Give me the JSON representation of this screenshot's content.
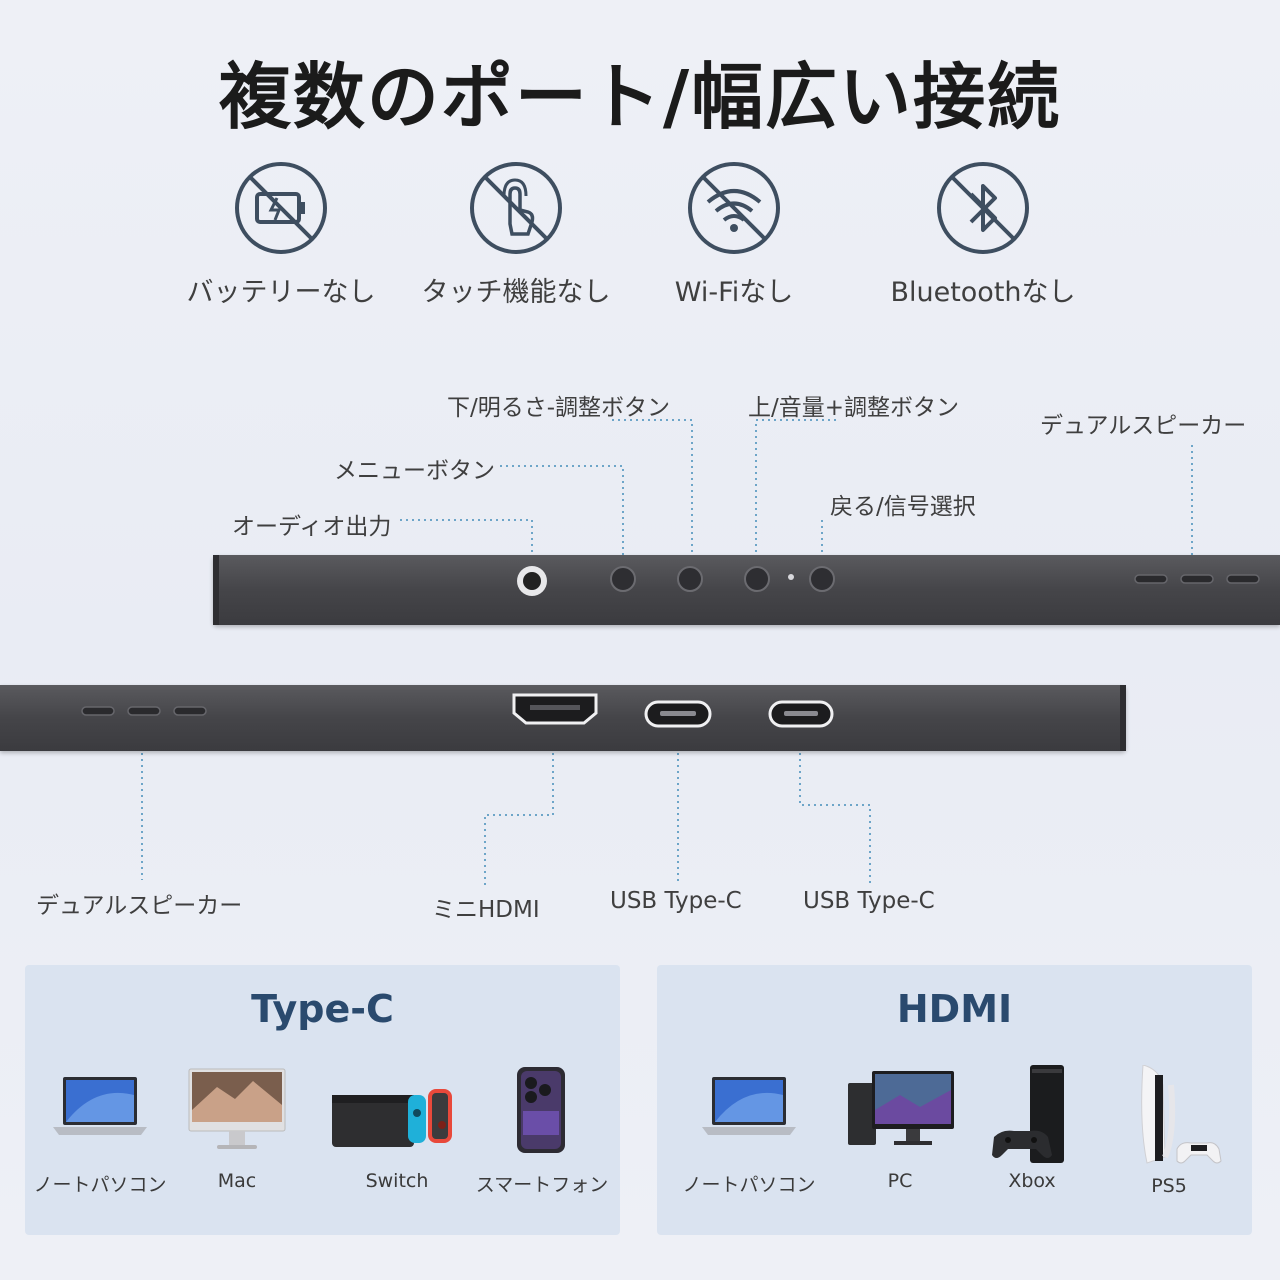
{
  "title": "複数のポート/幅広い接続",
  "features": [
    {
      "icon": "no-battery-icon",
      "label": "バッテリーなし"
    },
    {
      "icon": "no-touch-icon",
      "label": "タッチ機能なし"
    },
    {
      "icon": "no-wifi-icon",
      "label": "Wi-Fiなし"
    },
    {
      "icon": "no-bluetooth-icon",
      "label": "Bluetoothなし"
    }
  ],
  "top_callouts": {
    "down_brightness": "下/明るさ-調整ボタン",
    "up_volume": "上/音量+調整ボタン",
    "dual_speaker": "デュアルスピーカー",
    "menu": "メニューボタン",
    "back_source": "戻る/信号選択",
    "audio_out": "オーディオ出力"
  },
  "bottom_callouts": {
    "dual_speaker": "デュアルスピーカー",
    "mini_hdmi": "ミニHDMI",
    "usbc_1": "USB Type-C",
    "usbc_2": "USB Type-C"
  },
  "panels": {
    "typec": {
      "title": "Type-C",
      "devices": [
        "ノートパソコン",
        "Mac",
        "Switch",
        "スマートフォン"
      ]
    },
    "hdmi": {
      "title": "HDMI",
      "devices": [
        "ノートパソコン",
        "PC",
        "Xbox",
        "PS5"
      ]
    }
  },
  "colors": {
    "accent": "#2a4a6e",
    "callout_line": "#6da5c8",
    "bar": "#454549",
    "panel_bg": "#dae3f0"
  }
}
